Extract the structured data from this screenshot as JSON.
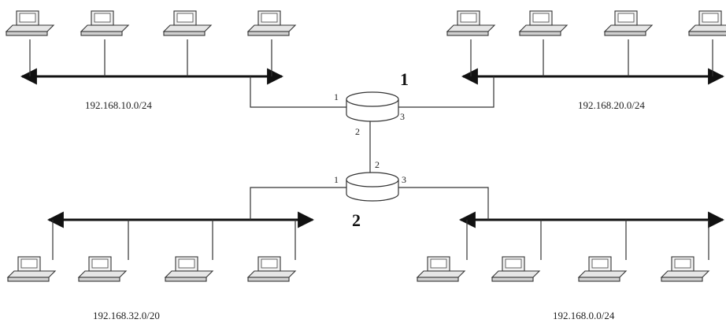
{
  "diagram": {
    "routers": [
      {
        "label": "1",
        "ports": {
          "p1": "1",
          "p2": "2",
          "p3": "3"
        }
      },
      {
        "label": "2",
        "ports": {
          "p1": "1",
          "p2": "2",
          "p3": "3"
        }
      }
    ],
    "networks": [
      {
        "label": "192.168.10.0/24",
        "hosts": 4
      },
      {
        "label": "192.168.20.0/24",
        "hosts": 4
      },
      {
        "label": "192.168.32.0/20",
        "hosts": 4
      },
      {
        "label": "192.168.0.0/24",
        "hosts": 4
      }
    ],
    "icons": {
      "host": "computer-icon",
      "router": "router-icon"
    }
  }
}
